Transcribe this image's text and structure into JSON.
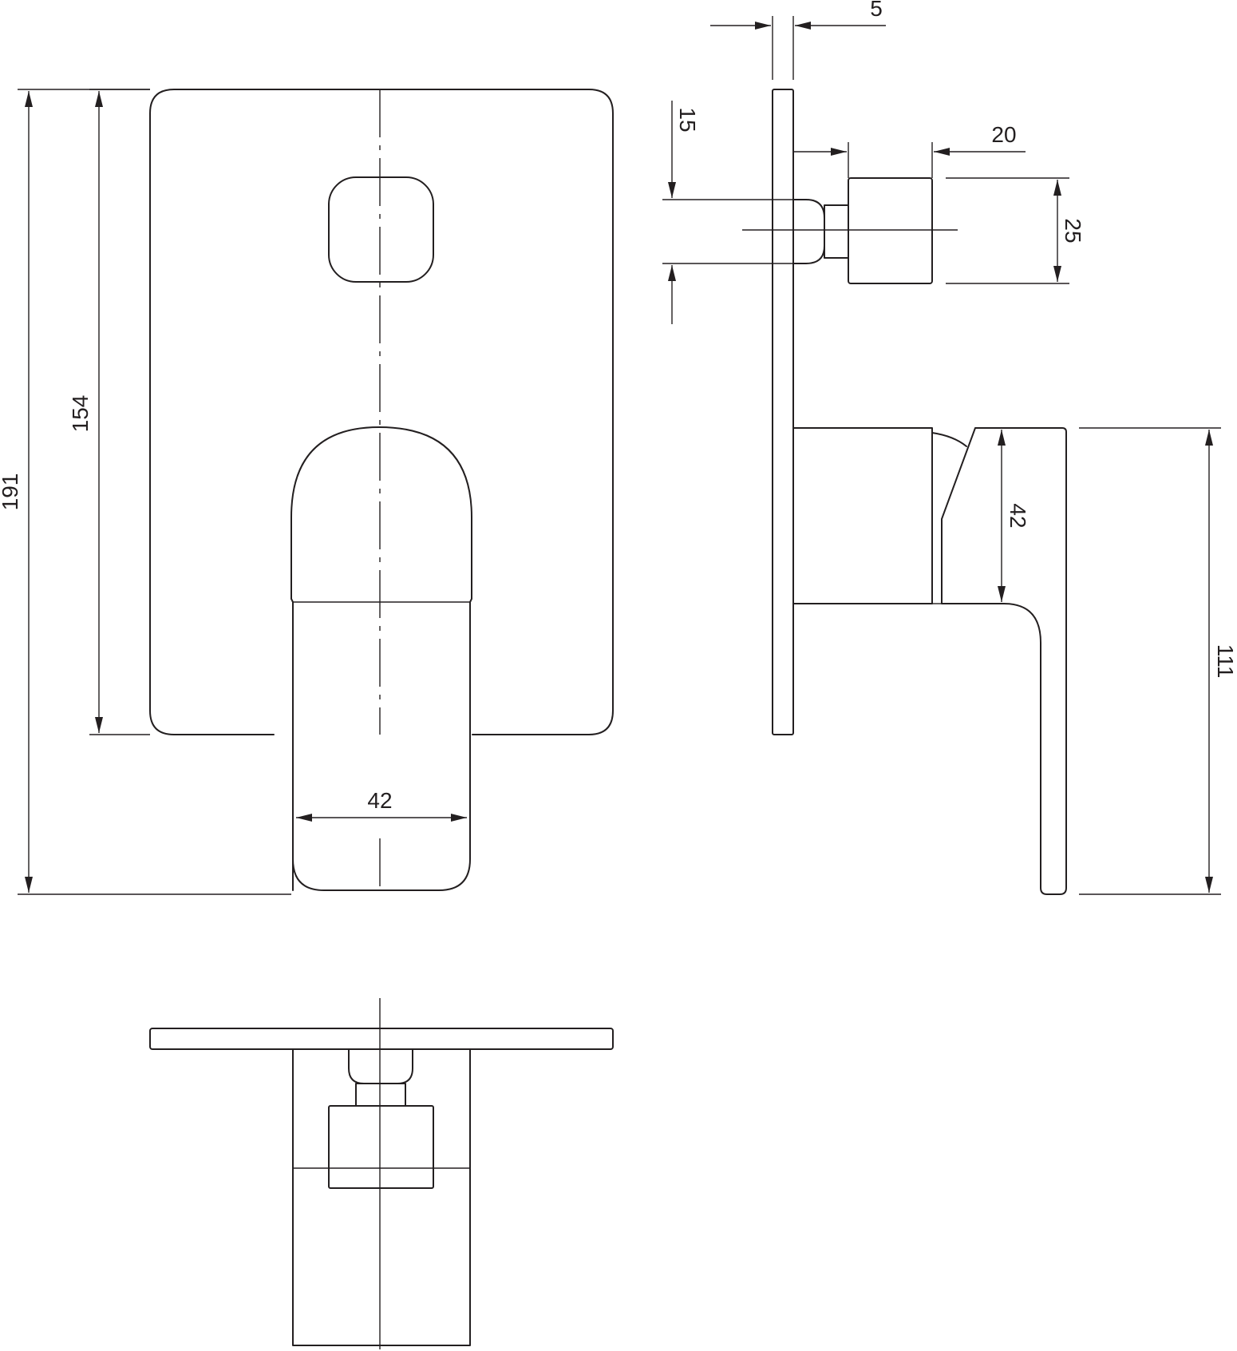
{
  "dimensions": {
    "total_height": "191",
    "plate_height": "154",
    "handle_width_front": "42",
    "plate_thickness": "5",
    "projection_15": "15",
    "knob_depth": "20",
    "knob_height": "25",
    "handle_height_side": "42",
    "lever_height": "111"
  },
  "colors": {
    "line": "#231f20",
    "background": "#ffffff"
  }
}
